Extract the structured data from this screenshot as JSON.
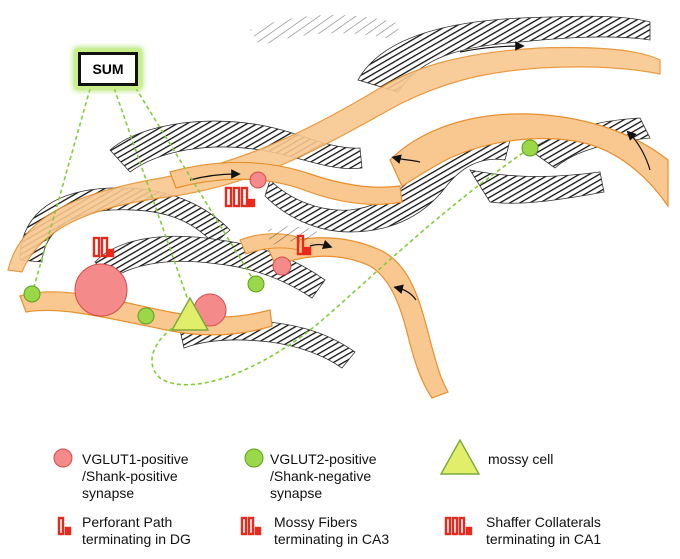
{
  "sum_label": "SUM",
  "colors": {
    "band_fill": "#f8c890",
    "band_edge": "#e8902e",
    "hatch": "#111111",
    "vglut1": "#f48a8a",
    "vglut1_edge": "#d84a4a",
    "vglut2": "#9ad84a",
    "vglut2_edge": "#5aa018",
    "mossy": "#e0ee6a",
    "mossy_edge": "#7aa83a",
    "connector": "#86cc3a",
    "terminal": "#e8291c"
  },
  "legend": {
    "vglut1": "VGLUT1-positive\n/Shank-positive\nsynapse",
    "vglut2": "VGLUT2-positive\n/Shank-negative\nsynapse",
    "mossy_cell": "mossy cell",
    "perforant": "Perforant Path\nterminating in DG",
    "mossy_fibers": "Mossy Fibers\nterminating in CA3",
    "shaffer": "Shaffer Collaterals\nterminating in CA1"
  }
}
